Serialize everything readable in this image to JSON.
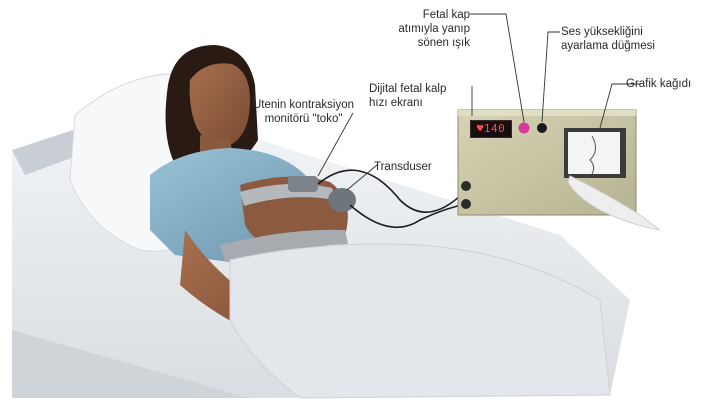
{
  "labels": {
    "fetal_light": [
      "Fetal kap",
      "atımıyla yanıp",
      "sönen ışık"
    ],
    "volume_button": [
      "Ses yüksekliğini",
      "ayarlama düğmesi"
    ],
    "digital_screen": [
      "Dijital fetal kalp",
      "hızı ekranı"
    ],
    "toco_monitor": [
      "Utenin kontraksiyon",
      "monitörü \"toko\""
    ],
    "transducer": "Transduser",
    "graph_paper": "Grafik kağıdı"
  },
  "screen": {
    "display_value": "♥140"
  },
  "colors": {
    "monitor_body": "#c9c7a6",
    "indicator_light": "#d8389a",
    "screen_digits": "#ff4b4b",
    "gown": "#7fa9bf",
    "sheets": "#e8ebee"
  }
}
